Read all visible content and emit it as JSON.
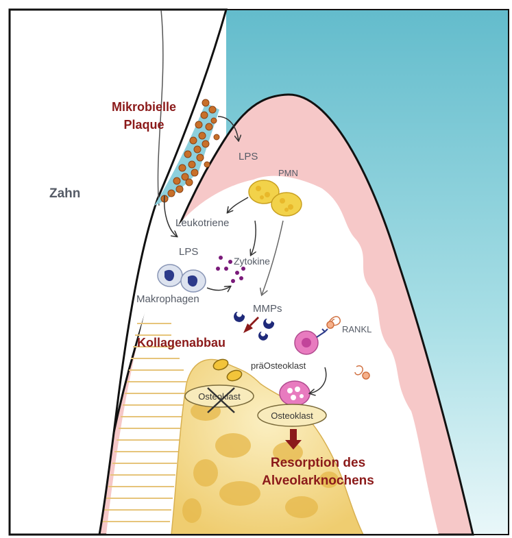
{
  "labels": {
    "plaque": [
      "Mikrobielle",
      "Plaque"
    ],
    "tooth": "Zahn",
    "lps_top": "LPS",
    "pmn": "PMN",
    "leukotriene": "Leukotriene",
    "lps_left": "LPS",
    "cytokines": "Zytokine",
    "macrophages": "Makrophagen",
    "mmps": "MMPs",
    "rankl": "RANKL",
    "collagen": "Kollagenabbau",
    "preosteoclast": "präOsteoklast",
    "osteoclast_left": "Osteoklast",
    "osteoclast_right": "Osteoklast",
    "resorption": [
      "Resorption des",
      "Alveolarknochens"
    ]
  },
  "colors": {
    "dark_red": "#8b1a1a",
    "gray_text": "#555b66",
    "sky": "#8dd0dd",
    "gum": "#f6c8c8",
    "bone": "#f3d98a",
    "plaque": "#c8702a"
  }
}
